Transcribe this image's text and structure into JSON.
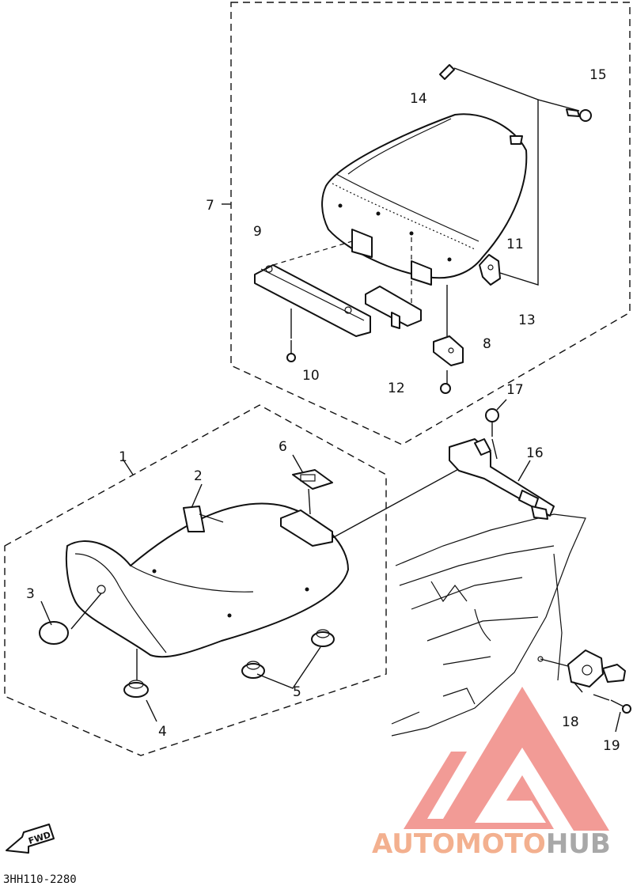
{
  "diagram": {
    "callouts": [
      {
        "id": "c1",
        "text": "1"
      },
      {
        "id": "c2",
        "text": "2"
      },
      {
        "id": "c3",
        "text": "3"
      },
      {
        "id": "c4",
        "text": "4"
      },
      {
        "id": "c5",
        "text": "5"
      },
      {
        "id": "c6",
        "text": "6"
      },
      {
        "id": "c7",
        "text": "7"
      },
      {
        "id": "c8",
        "text": "8"
      },
      {
        "id": "c9",
        "text": "9"
      },
      {
        "id": "c10",
        "text": "10"
      },
      {
        "id": "c11",
        "text": "11"
      },
      {
        "id": "c12",
        "text": "12"
      },
      {
        "id": "c13",
        "text": "13"
      },
      {
        "id": "c14",
        "text": "14"
      },
      {
        "id": "c15",
        "text": "15"
      },
      {
        "id": "c16",
        "text": "16"
      },
      {
        "id": "c17",
        "text": "17"
      },
      {
        "id": "c18",
        "text": "18"
      },
      {
        "id": "c19",
        "text": "19"
      }
    ],
    "fwd_label": "FWD",
    "drawing_code": "3HH110-2280"
  },
  "watermark": {
    "text_part1": "AUTOMOTO",
    "text_part2": "HUB",
    "color_primary": "#f2a37c",
    "color_triangle": "#f08a84",
    "color_secondary": "#9a9a9a"
  }
}
